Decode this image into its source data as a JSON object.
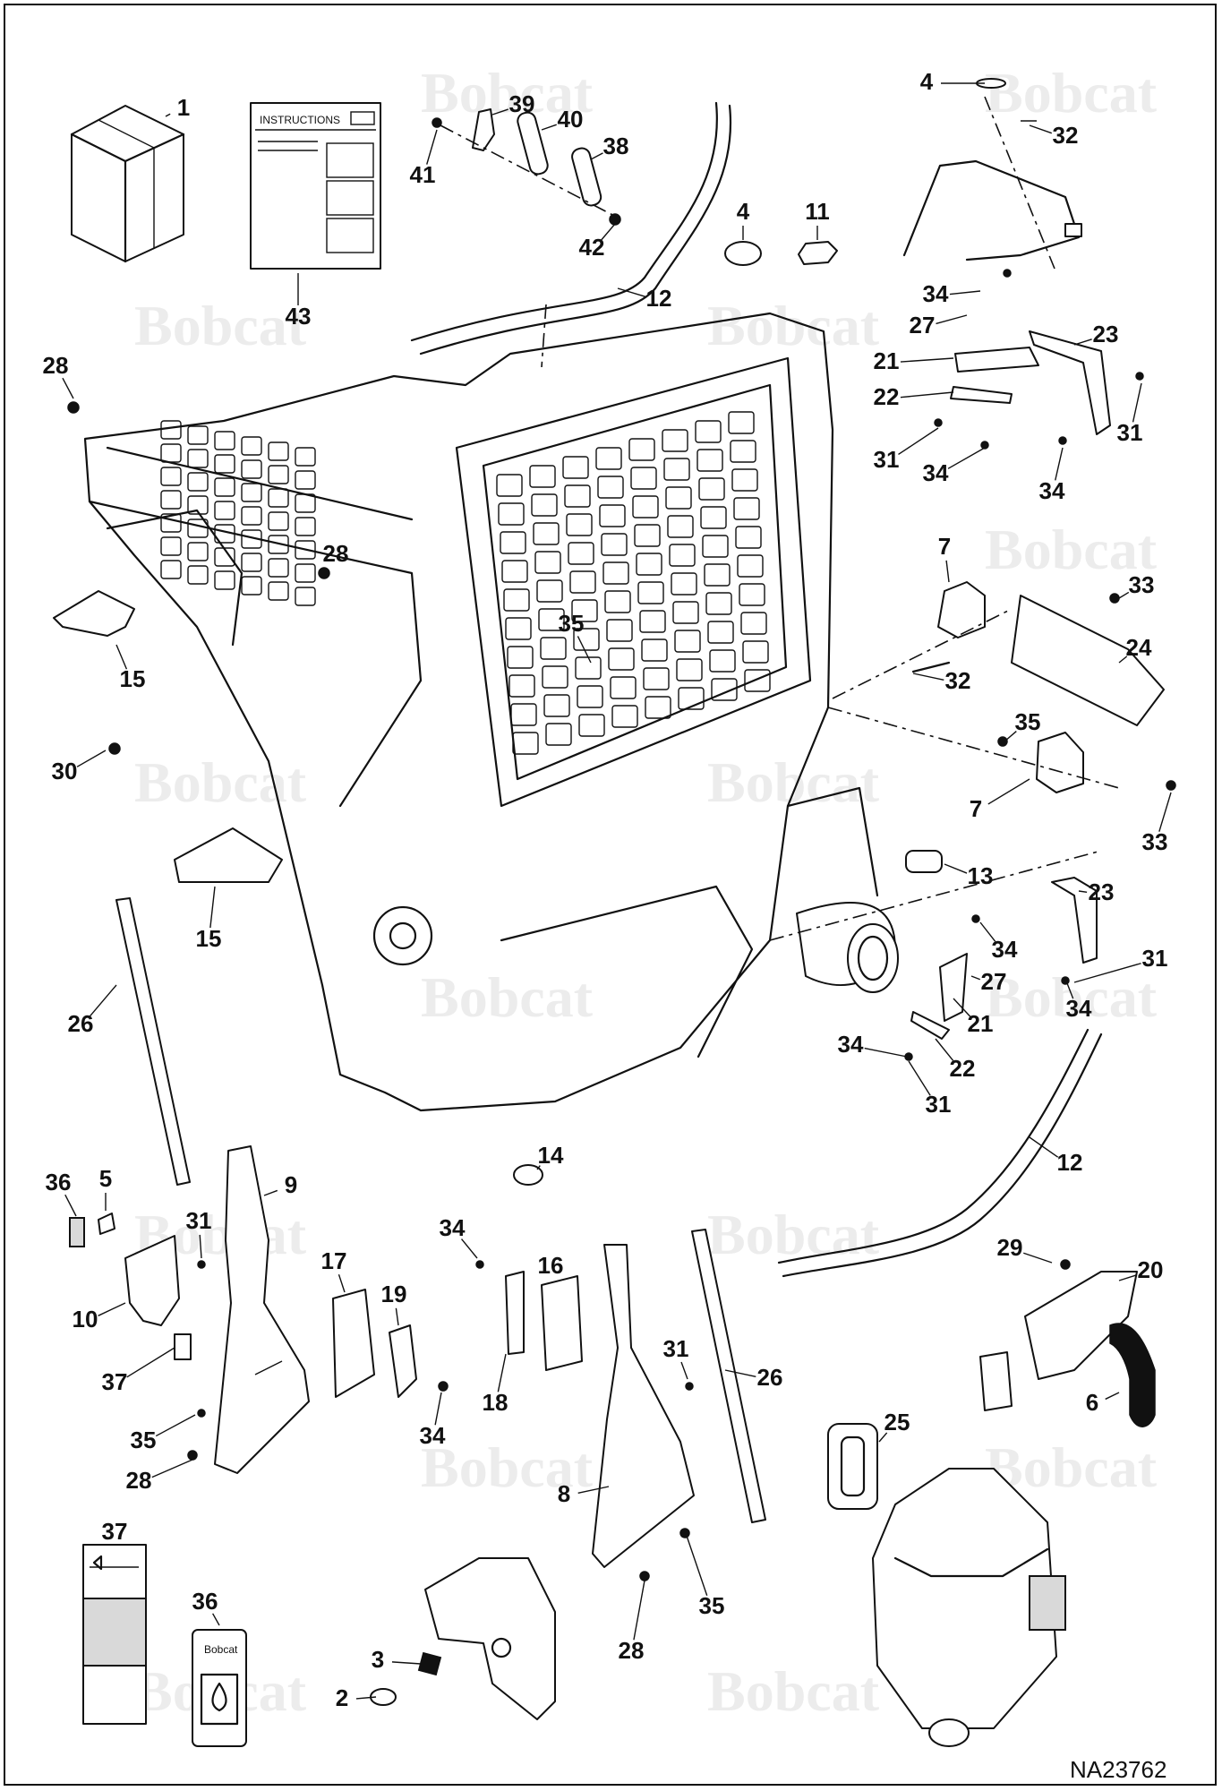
{
  "watermark_text": "Bobcat",
  "drawing_number": "NA23762",
  "instructions_title": "INSTRUCTIONS",
  "decal_36_brand": "Bobcat",
  "callouts": [
    {
      "id": "c1",
      "text": "1"
    },
    {
      "id": "c2",
      "text": "2"
    },
    {
      "id": "c3",
      "text": "3"
    },
    {
      "id": "c4a",
      "text": "4"
    },
    {
      "id": "c4b",
      "text": "4"
    },
    {
      "id": "c5",
      "text": "5"
    },
    {
      "id": "c6",
      "text": "6"
    },
    {
      "id": "c7a",
      "text": "7"
    },
    {
      "id": "c7b",
      "text": "7"
    },
    {
      "id": "c8",
      "text": "8"
    },
    {
      "id": "c9",
      "text": "9"
    },
    {
      "id": "c10",
      "text": "10"
    },
    {
      "id": "c11",
      "text": "11"
    },
    {
      "id": "c12a",
      "text": "12"
    },
    {
      "id": "c12b",
      "text": "12"
    },
    {
      "id": "c13",
      "text": "13"
    },
    {
      "id": "c14",
      "text": "14"
    },
    {
      "id": "c15a",
      "text": "15"
    },
    {
      "id": "c15b",
      "text": "15"
    },
    {
      "id": "c16",
      "text": "16"
    },
    {
      "id": "c17",
      "text": "17"
    },
    {
      "id": "c18",
      "text": "18"
    },
    {
      "id": "c19",
      "text": "19"
    },
    {
      "id": "c20",
      "text": "20"
    },
    {
      "id": "c21a",
      "text": "21"
    },
    {
      "id": "c21b",
      "text": "21"
    },
    {
      "id": "c22a",
      "text": "22"
    },
    {
      "id": "c22b",
      "text": "22"
    },
    {
      "id": "c23a",
      "text": "23"
    },
    {
      "id": "c23b",
      "text": "23"
    },
    {
      "id": "c24",
      "text": "24"
    },
    {
      "id": "c25",
      "text": "25"
    },
    {
      "id": "c26a",
      "text": "26"
    },
    {
      "id": "c26b",
      "text": "26"
    },
    {
      "id": "c27a",
      "text": "27"
    },
    {
      "id": "c27b",
      "text": "27"
    },
    {
      "id": "c28a",
      "text": "28"
    },
    {
      "id": "c28b",
      "text": "28"
    },
    {
      "id": "c28c",
      "text": "28"
    },
    {
      "id": "c28d",
      "text": "28"
    },
    {
      "id": "c29",
      "text": "29"
    },
    {
      "id": "c30",
      "text": "30"
    },
    {
      "id": "c31a",
      "text": "31"
    },
    {
      "id": "c31b",
      "text": "31"
    },
    {
      "id": "c31c",
      "text": "31"
    },
    {
      "id": "c31d",
      "text": "31"
    },
    {
      "id": "c31e",
      "text": "31"
    },
    {
      "id": "c31f",
      "text": "31"
    },
    {
      "id": "c32a",
      "text": "32"
    },
    {
      "id": "c32b",
      "text": "32"
    },
    {
      "id": "c33a",
      "text": "33"
    },
    {
      "id": "c33b",
      "text": "33"
    },
    {
      "id": "c34a",
      "text": "34"
    },
    {
      "id": "c34b",
      "text": "34"
    },
    {
      "id": "c34c",
      "text": "34"
    },
    {
      "id": "c34d",
      "text": "34"
    },
    {
      "id": "c34e",
      "text": "34"
    },
    {
      "id": "c34f",
      "text": "34"
    },
    {
      "id": "c34g",
      "text": "34"
    },
    {
      "id": "c34h",
      "text": "34"
    },
    {
      "id": "c35a",
      "text": "35"
    },
    {
      "id": "c35b",
      "text": "35"
    },
    {
      "id": "c35c",
      "text": "35"
    },
    {
      "id": "c35d",
      "text": "35"
    },
    {
      "id": "c36a",
      "text": "36"
    },
    {
      "id": "c36b",
      "text": "36"
    },
    {
      "id": "c37a",
      "text": "37"
    },
    {
      "id": "c37b",
      "text": "37"
    },
    {
      "id": "c38",
      "text": "38"
    },
    {
      "id": "c39",
      "text": "39"
    },
    {
      "id": "c40",
      "text": "40"
    },
    {
      "id": "c41",
      "text": "41"
    },
    {
      "id": "c42",
      "text": "42"
    },
    {
      "id": "c43",
      "text": "43"
    }
  ]
}
